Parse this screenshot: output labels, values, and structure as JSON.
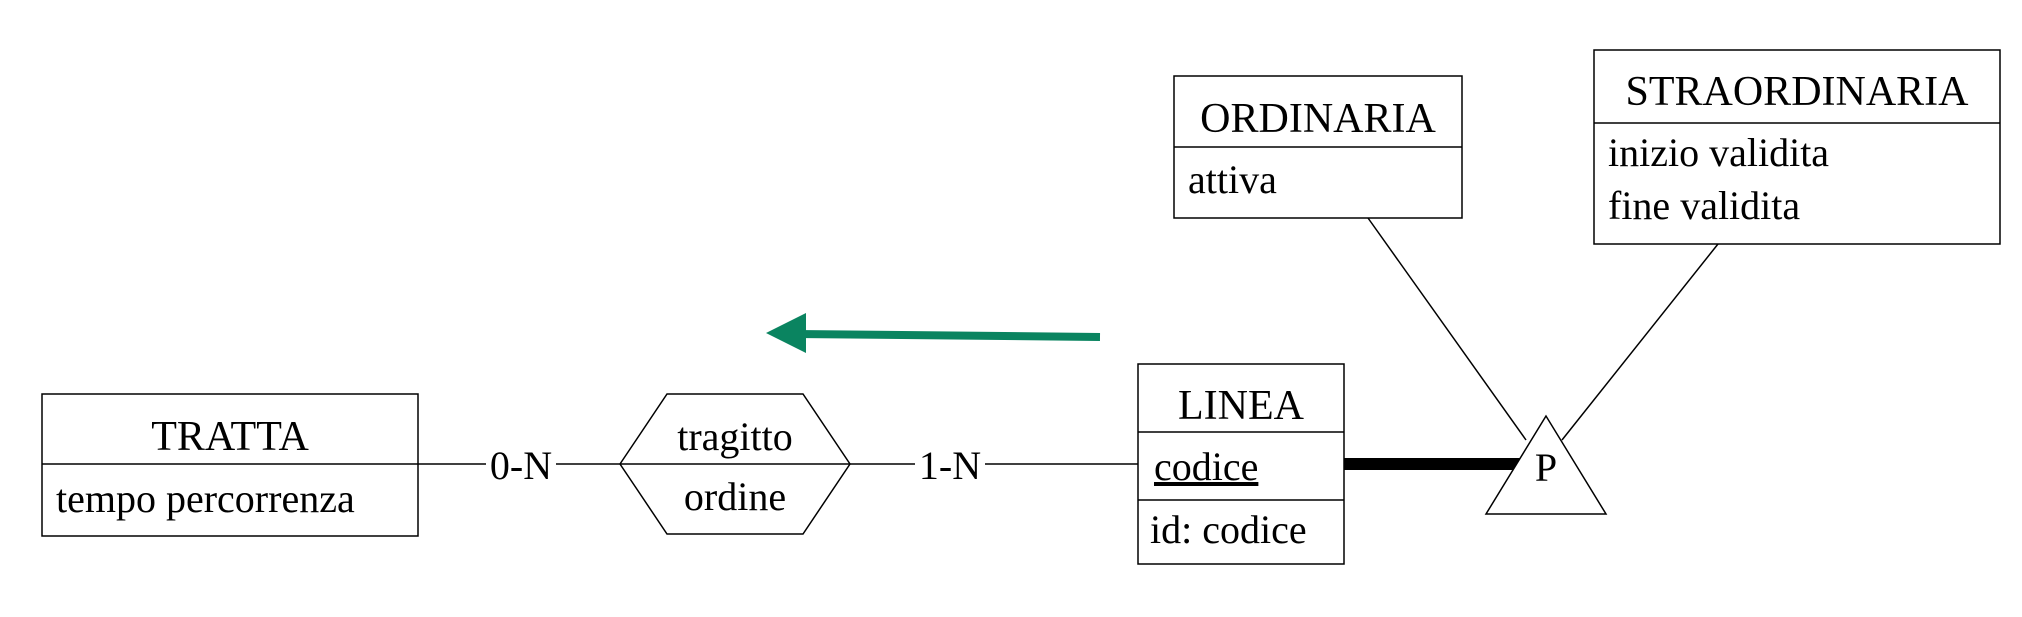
{
  "entities": {
    "tratta": {
      "name": "TRATTA",
      "attributes": [
        "tempo percorrenza"
      ]
    },
    "linea": {
      "name": "LINEA",
      "attributes": [
        "codice"
      ],
      "identifier": "id: codice"
    },
    "ordinaria": {
      "name": "ORDINARIA",
      "attributes": [
        "attiva"
      ]
    },
    "straordinaria": {
      "name": "STRAORDINARIA",
      "attributes": [
        "inizio validita",
        "fine validita"
      ]
    }
  },
  "relationship": {
    "name": "tragitto",
    "attribute": "ordine"
  },
  "cardinalities": {
    "tratta_side": "0-N",
    "linea_side": "1-N"
  },
  "generalization": {
    "label": "P"
  },
  "arrow": {
    "color": "#0a8460",
    "direction": "left"
  }
}
